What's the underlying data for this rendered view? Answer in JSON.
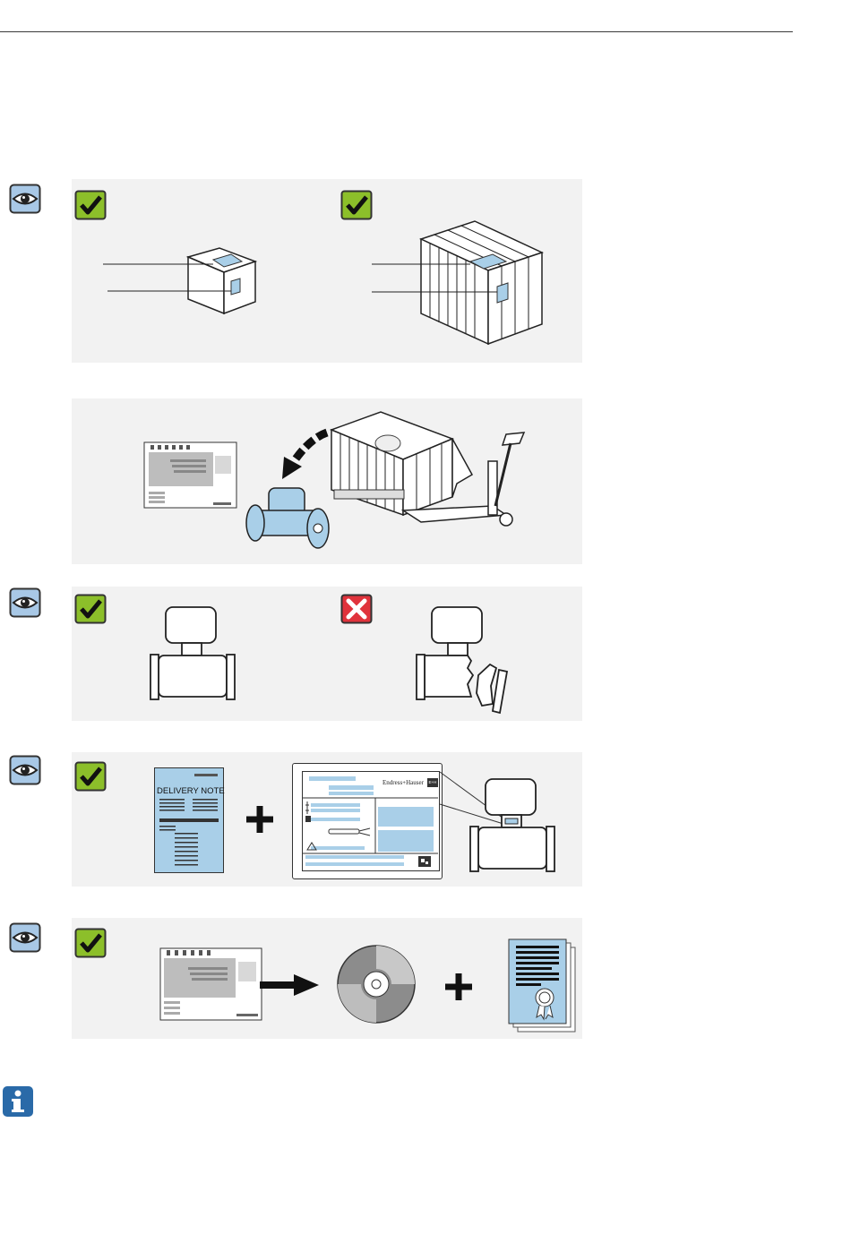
{
  "document": {
    "delivery_note_title": "DELIVERY NOTE",
    "nameplate_brand": "Endress+Hauser",
    "nameplate_logo": "E+H"
  },
  "icons": {
    "eye": "eye-icon",
    "check": "check-icon",
    "cross": "cross-icon",
    "info": "info-icon"
  },
  "colors": {
    "check_green": "#8cbf2a",
    "cross_red": "#e0333c",
    "eye_blue": "#a8c8e6",
    "info_blue": "#2a6aa8",
    "accent_blue": "#a9cfe8",
    "panel_gray": "#f2f2f2"
  }
}
